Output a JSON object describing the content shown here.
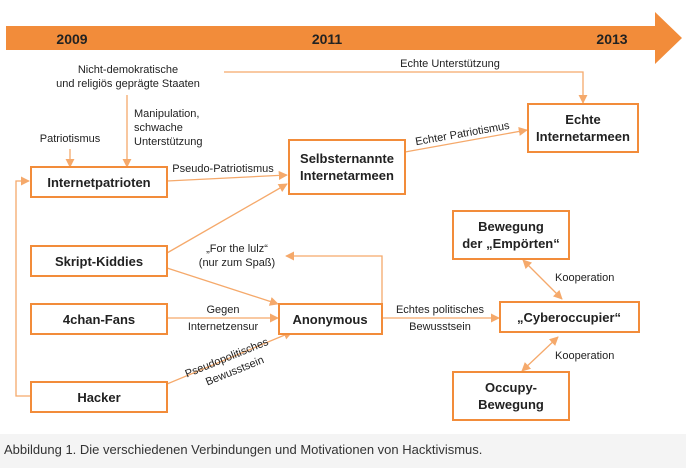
{
  "timeline": {
    "years": [
      "2009",
      "2011",
      "2013"
    ],
    "color": "#f28c3a"
  },
  "colors": {
    "orange": "#f28c3a",
    "box_border": "#f28c3a",
    "text": "#222222",
    "line": "#f5a96b"
  },
  "nodes": {
    "internetpatrioten": "Internetpatrioten",
    "skript_kiddies": "Skript-Kiddies",
    "chan_fans": "4chan-Fans",
    "hacker": "Hacker",
    "anonymous": "Anonymous",
    "selbsternannte": [
      "Selbsternannte",
      "Internetarmeen"
    ],
    "echte": [
      "Echte",
      "Internetarmeen"
    ],
    "emporten": [
      "Bewegung",
      "der „Empörten“"
    ],
    "cyberoccupier": "„Cyberoccupier“",
    "occupy": [
      "Occupy-",
      "Bewegung"
    ]
  },
  "labels": {
    "staaten": [
      "Nicht-demokratische",
      "und religiös geprägte Staaten"
    ],
    "echte_unterstuetzung": "Echte Unterstützung",
    "patriotismus": "Patriotismus",
    "manipulation": [
      "Manipulation,",
      "schwache",
      "Unterstützung"
    ],
    "pseudo_patriotismus": "Pseudo-Patriotismus",
    "echter_patriotismus": "Echter Patriotismus",
    "for_the_lulz": [
      "„For the lulz“",
      "(nur zum Spaß)"
    ],
    "gegen": [
      "Gegen",
      "Internetzensur"
    ],
    "pseudopolitisches": [
      "Pseudopolitisches",
      "Bewusstsein"
    ],
    "echtes_politisches": [
      "Echtes politisches",
      "Bewusstsein"
    ],
    "kooperation_top": "Kooperation",
    "kooperation_bottom": "Kooperation"
  },
  "caption": "Abbildung 1. Die verschiedenen Verbindungen und Motivationen von Hacktivismus."
}
